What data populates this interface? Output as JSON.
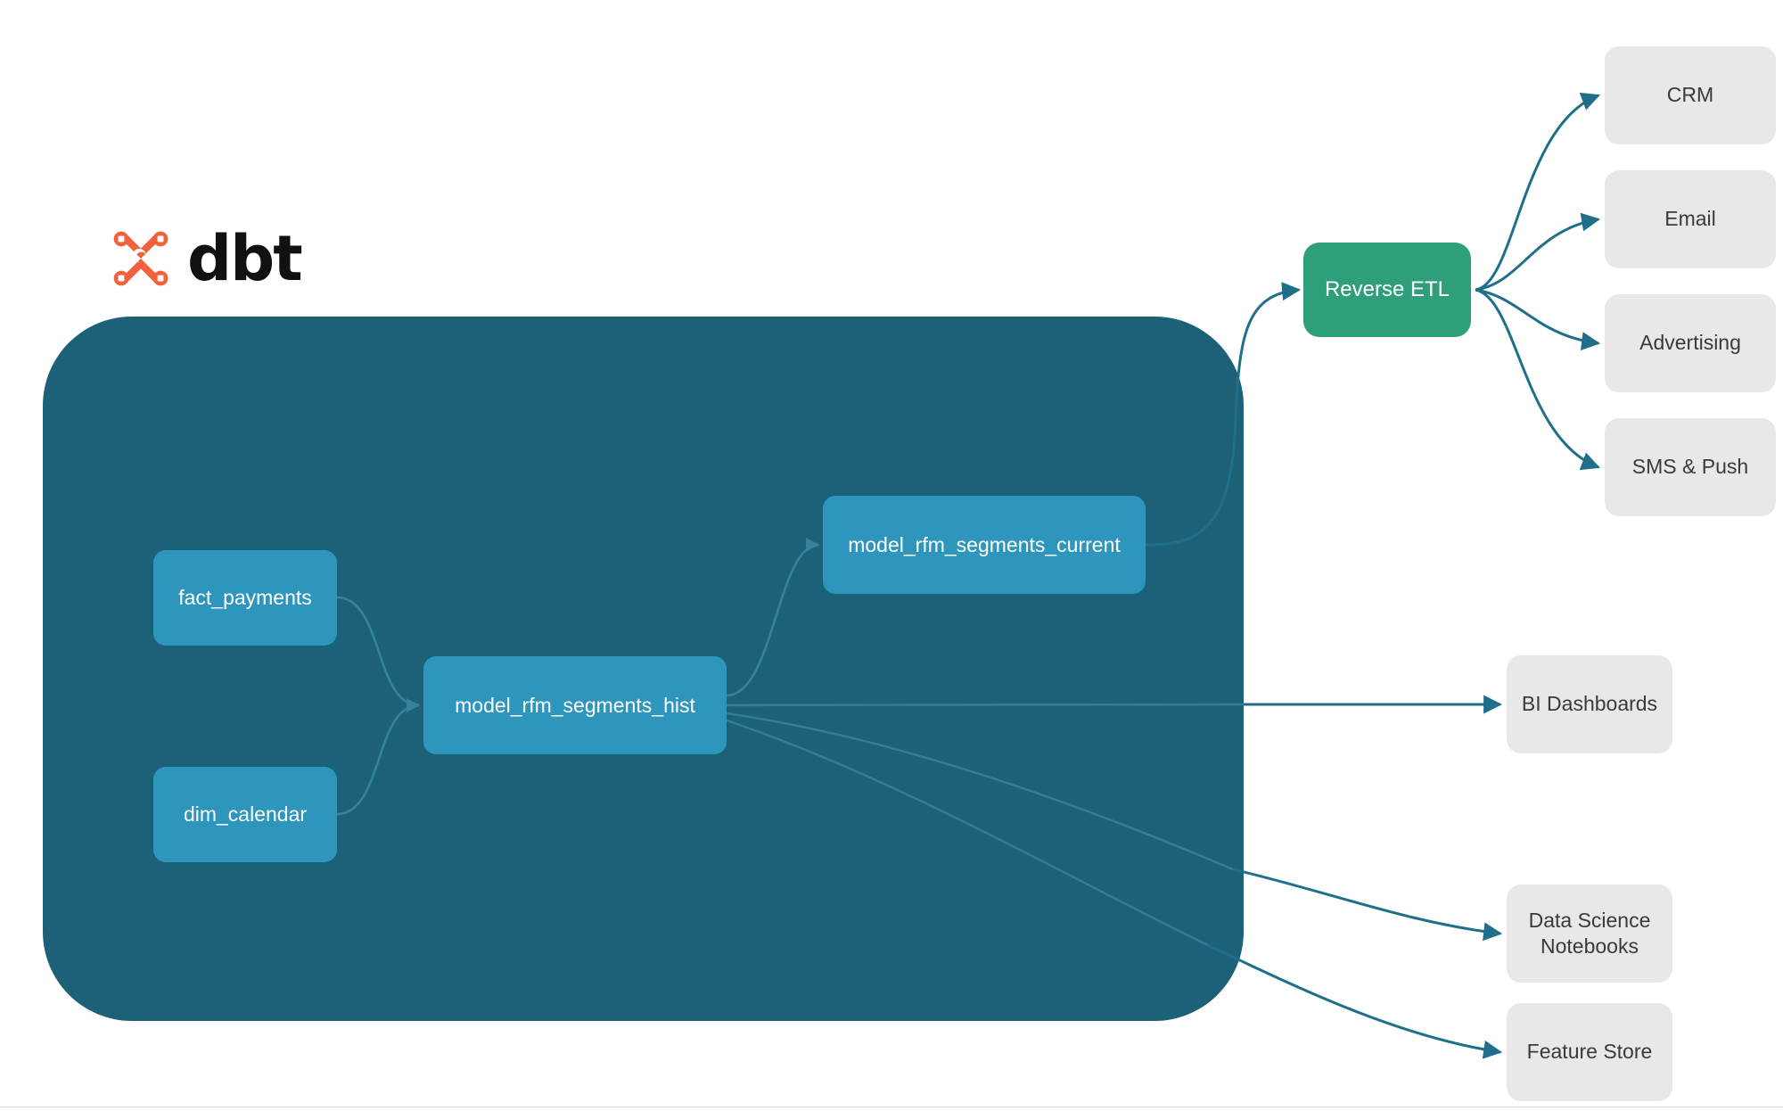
{
  "brand": {
    "name": "dbt",
    "logo_icon": "dbt-logo-icon",
    "logo_color": "#F2603C",
    "wordmark_color": "#111111"
  },
  "colors": {
    "background": "#FFFFFF",
    "project_container": "#1D6179",
    "model_node": "#2E95BC",
    "reverse_etl_node": "#2E9E7B",
    "destination_node": "#E8E8E8",
    "edge": "#1F6F8B",
    "inner_edge": "#3A88A3",
    "node_text": "#FFFFFF",
    "destination_text": "#3A3A3A"
  },
  "project": {
    "container_label": "",
    "models": [
      {
        "id": "fact_payments",
        "label": "fact_payments"
      },
      {
        "id": "dim_calendar",
        "label": "dim_calendar"
      },
      {
        "id": "model_rfm_segments_hist",
        "label": "model_rfm_segments_hist"
      },
      {
        "id": "model_rfm_segments_current",
        "label": "model_rfm_segments_current"
      }
    ]
  },
  "activation": {
    "reverse_etl": {
      "id": "reverse_etl",
      "label": "Reverse ETL"
    },
    "destinations": [
      {
        "id": "crm",
        "label": "CRM"
      },
      {
        "id": "email",
        "label": "Email"
      },
      {
        "id": "advertising",
        "label": "Advertising"
      },
      {
        "id": "sms_push",
        "label": "SMS & Push"
      }
    ]
  },
  "consumers": [
    {
      "id": "bi_dashboards",
      "label": "BI Dashboards"
    },
    {
      "id": "ds_notebooks",
      "label_line1": "Data Science",
      "label_line2": "Notebooks"
    },
    {
      "id": "feature_store",
      "label": "Feature Store"
    }
  ],
  "edges": [
    {
      "from": "fact_payments",
      "to": "model_rfm_segments_hist"
    },
    {
      "from": "dim_calendar",
      "to": "model_rfm_segments_hist"
    },
    {
      "from": "model_rfm_segments_hist",
      "to": "model_rfm_segments_current"
    },
    {
      "from": "model_rfm_segments_current",
      "to": "reverse_etl"
    },
    {
      "from": "model_rfm_segments_hist",
      "to": "bi_dashboards"
    },
    {
      "from": "model_rfm_segments_hist",
      "to": "ds_notebooks"
    },
    {
      "from": "model_rfm_segments_hist",
      "to": "feature_store"
    },
    {
      "from": "reverse_etl",
      "to": "crm"
    },
    {
      "from": "reverse_etl",
      "to": "email"
    },
    {
      "from": "reverse_etl",
      "to": "advertising"
    },
    {
      "from": "reverse_etl",
      "to": "sms_push"
    }
  ]
}
